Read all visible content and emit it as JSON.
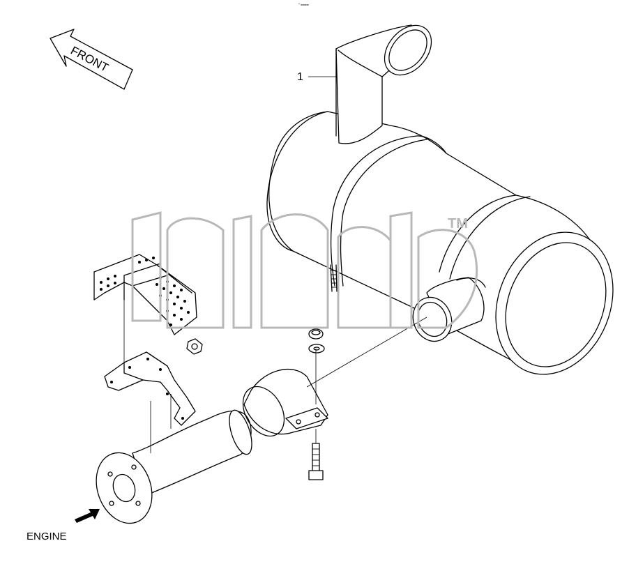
{
  "diagram": {
    "top_mark": "\" ====",
    "front_label": "FRONT",
    "engine_label": "ENGINE",
    "callout_1": "1",
    "watermark_tm": "TM"
  },
  "colors": {
    "line": "#000000",
    "background": "#ffffff",
    "watermark": "#b8b8b8"
  }
}
